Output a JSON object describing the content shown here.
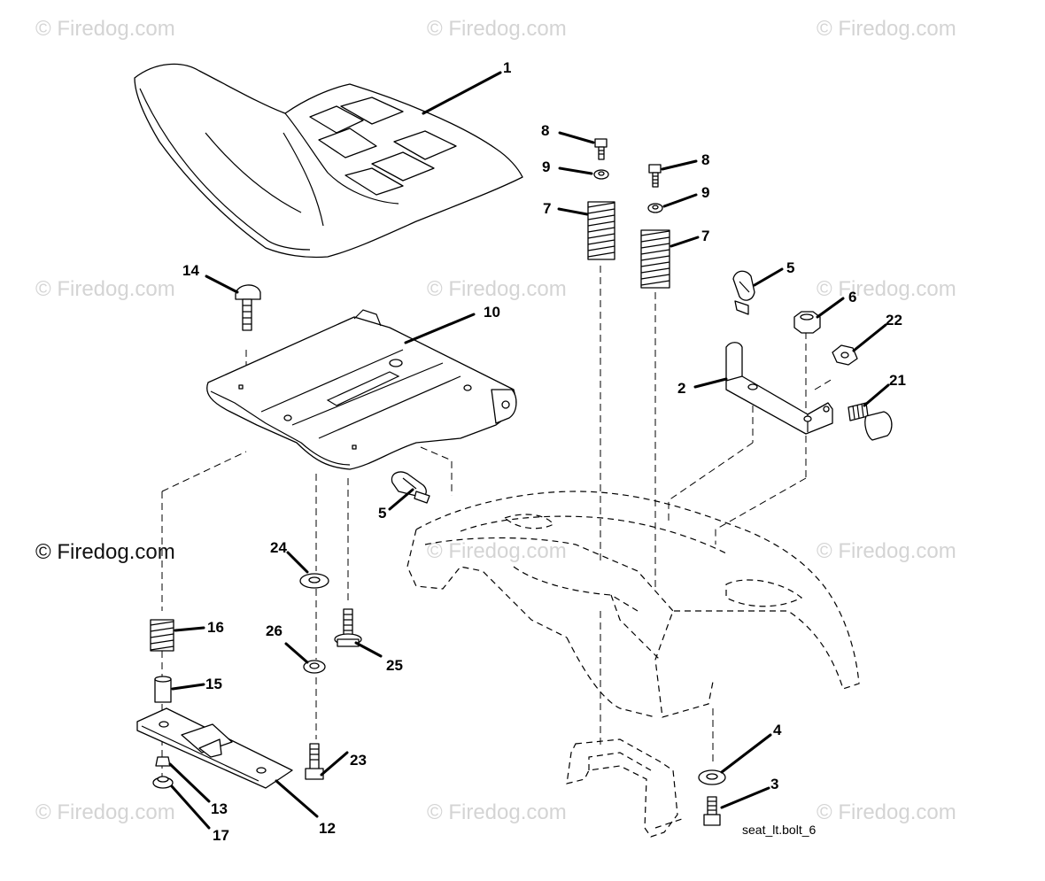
{
  "watermarks": [
    "© Firedog.com",
    "© Firedog.com",
    "© Firedog.com",
    "© Firedog.com",
    "© Firedog.com",
    "© Firedog.com",
    "© Firedog.com",
    "© Firedog.com",
    "© Firedog.com"
  ],
  "center_watermark": "© Firedog.com",
  "filename": "seat_lt.bolt_6",
  "callouts": {
    "seat": "1",
    "bracket": "2",
    "screw_bottom": "3",
    "washer_bottom": "4",
    "clip_right": "5",
    "clip_left": "5",
    "nut_right": "6",
    "spring_left": "7",
    "spring_right": "7",
    "bolt_left": "8",
    "bolt_right": "8",
    "washer_left": "9",
    "washer_right": "9",
    "seat_pan": "10",
    "slide_plate": "12",
    "nut_plate": "13",
    "carriage_bolt": "14",
    "spacer": "15",
    "spring_small": "16",
    "flange_nut": "17",
    "shoulder_bolt": "21",
    "lock_nut": "22",
    "bolt_23": "23",
    "washer_24": "24",
    "flange_bolt": "25",
    "lock_washer": "26"
  }
}
